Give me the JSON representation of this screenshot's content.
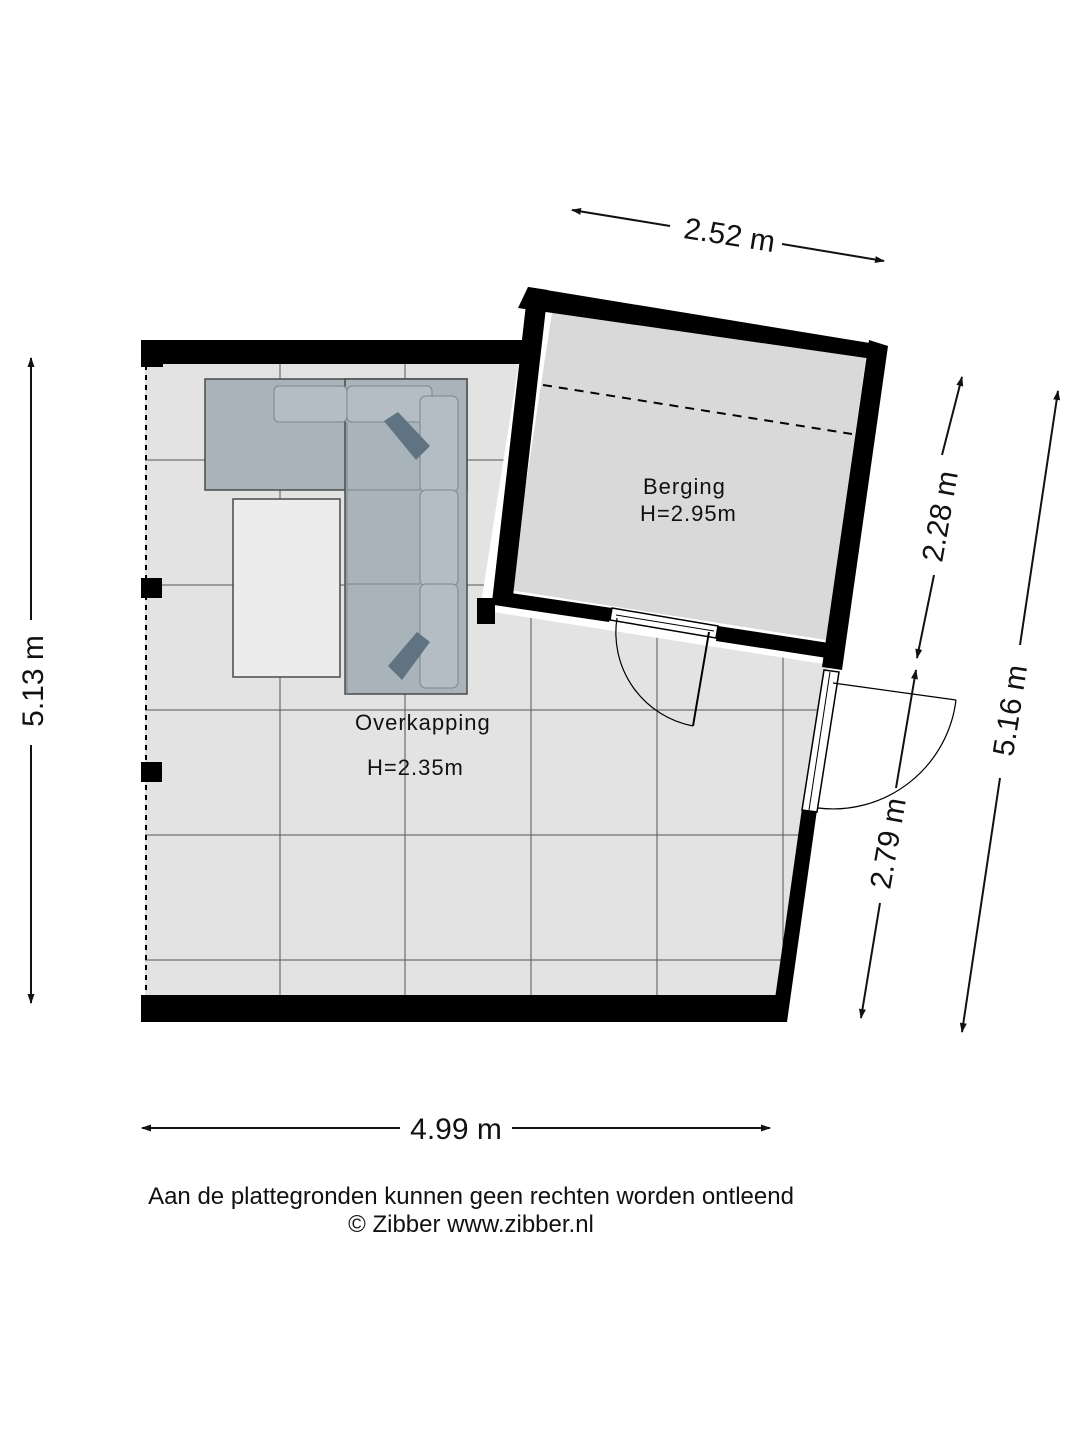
{
  "rooms": {
    "overkapping": {
      "name": "Overkapping",
      "height": "H=2.35m"
    },
    "berging": {
      "name": "Berging",
      "height": "H=2.95m"
    }
  },
  "dimensions": {
    "top": "2.52 m",
    "left": "5.13 m",
    "bottom": "4.99 m",
    "right_upper": "2.28 m",
    "right_lower": "2.79 m",
    "right_total": "5.16 m"
  },
  "footer": {
    "disclaimer": "Aan de plattegronden kunnen geen rechten worden ontleend",
    "copyright": "© Zibber www.zibber.nl"
  },
  "colors": {
    "wall": "#000000",
    "floor": "#e3e3e3",
    "sofa": "#a9b3ba",
    "cushion": "#5f7382",
    "table": "#ececec"
  }
}
